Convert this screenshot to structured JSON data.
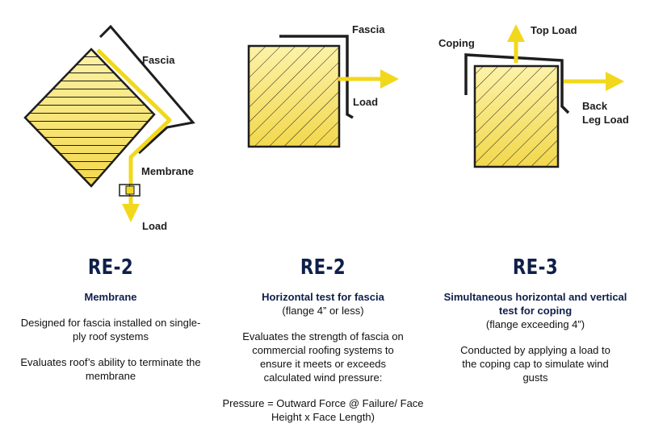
{
  "colors": {
    "navy": "#0f1f4b",
    "yellow_arrow": "#f2d81c",
    "block_fill_light": "#fdf2a8",
    "block_fill_dark": "#f2d84c",
    "outline": "#1e1e1e"
  },
  "diagram_labels": {
    "d1_fascia": "Fascia",
    "d1_membrane": "Membrane",
    "d1_load": "Load",
    "d2_fascia": "Fascia",
    "d2_load": "Load",
    "d3_coping": "Coping",
    "d3_top_load": "Top Load",
    "d3_back": "Back",
    "d3_leg_load": "Leg Load"
  },
  "columns": [
    {
      "code": "RE-2",
      "title": "Membrane",
      "paragraphs": [
        "Designed for fascia installed on single-ply roof systems",
        "Evaluates roof’s ability to terminate the membrane"
      ]
    },
    {
      "code": "RE-2",
      "title": "Horizontal test for fascia",
      "subtitle": "(flange 4” or less)",
      "paragraphs": [
        "Evaluates the strength of fascia on commercial roofing systems to ensure it meets or exceeds calculated wind pressure:",
        "Pressure = Outward Force @ Failure/ Face Height x Face Length)"
      ]
    },
    {
      "code": "RE-3",
      "title": "Simultaneous horizontal and vertical test for coping",
      "subtitle": "(flange exceeding 4”)",
      "paragraphs": [
        "Conducted by applying a load to the coping cap to simulate wind gusts"
      ]
    }
  ]
}
